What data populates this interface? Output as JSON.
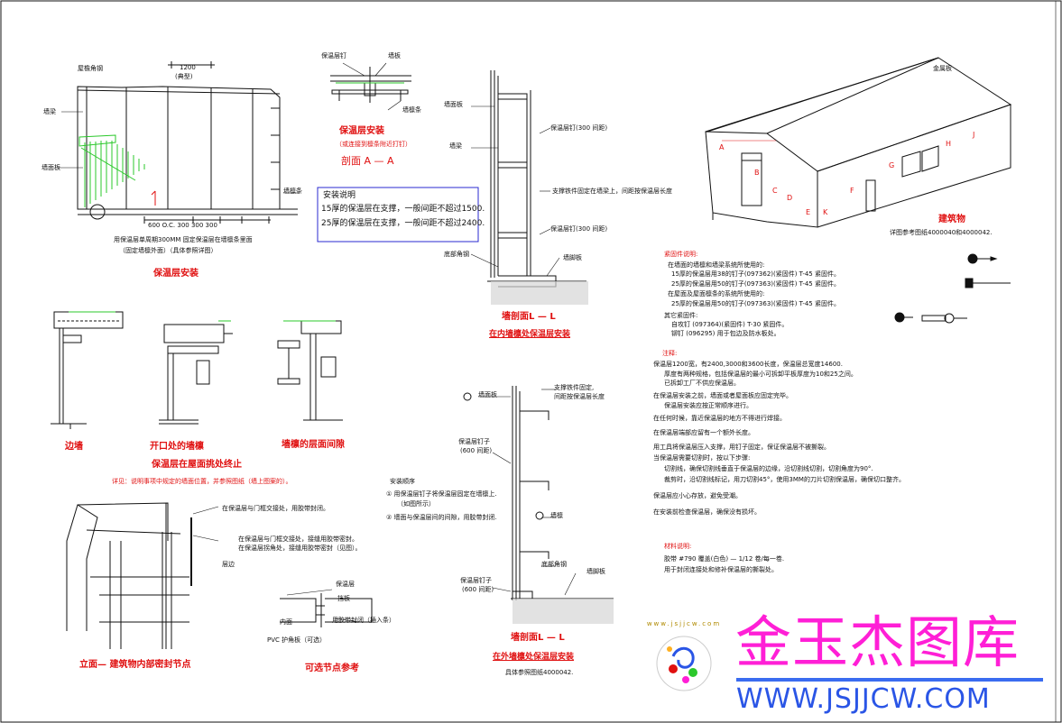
{
  "labels": {
    "dim_1200": "1200",
    "dim_typ": "(典型)",
    "edge_trim": "屋檐角钢",
    "wall_beam": "墙梁",
    "wall_panel": "墙面板",
    "wall_purlin_a": "墙檩条",
    "note_300": "用保温层单周期300MM 固定保温层在墙檩条里面",
    "note_300b": "（固定墙檩外面）（具体参照详图）",
    "dims_bottom": "600  O.C.  300  300  300",
    "title_install": "保温层安装",
    "sec_a_label1": "保温层钉",
    "sec_a_label2": "墙板",
    "sec_a_label3": "墙檩条",
    "sec_a_title": "保温层安装",
    "sec_a_sub": "（或连接到檩条附近打钉）",
    "sec_a_section": "剖面  A — A",
    "note_box_title": "安装说明",
    "note_box_1": "15厚的保温层在支撑，一般间距不超过1500.",
    "note_box_2": "25厚的保温层在支撑，一般间距不超过2400.",
    "interior_1": "墙面板",
    "interior_2": "墙梁",
    "interior_3": "保温层钉(300  间距)",
    "interior_4": "支撑铁件固定在墙梁上，间距按保温层长度",
    "interior_5": "保温层钉(300  间距)",
    "interior_6": "底部角钢",
    "interior_7": "墙脚板",
    "interior_title": "墙剖面L — L",
    "interior_sub": "在内墙檩处保温层安装",
    "building_label_1": "金属板",
    "building_ref": "详图参考图纸4000040和4000042.",
    "building_title": "建筑物",
    "fastener_title": "紧固件说明:",
    "fastener_1": "在墙面的墙檩和墙梁系统所使用的:",
    "fastener_2": "15厚的保温层用38的钉子(097362)(紧固件) T-45 紧固件。",
    "fastener_3": "25厚的保温层用50的钉子(097363)(紧固件) T-45 紧固件。",
    "fastener_4": "在屋面及屋面檩条的系统所使用的:",
    "fastener_5": "25厚的保温层用50的钉子(097363)(紧固件) T-45 紧固件。",
    "fastener_6": "其它紧固件:",
    "fastener_7": "自攻钉 (097364)(紧固件) T-30 紧固件。",
    "fastener_8": "铆钉 (096295) 用于包边及防水板处。",
    "notes_title": "注释:",
    "note_1": "保温层1200宽，有2400,3000和3600长度，保温层总宽度14600.",
    "note_1b": "厚度有两种规格，包括保温层的最小可拆卸平板厚度为10和25之间。",
    "note_1c": "已拆卸工厂不供应保温层。",
    "note_2": "在保温层安装之前，墙面或者屋面板应固定完毕。",
    "note_2b": "保温层安装应按正常顺序进行。",
    "note_3": "在任何时候，靠近保温层的地方不得进行焊接。",
    "note_4": "在保温层端部应留有一个额外长度。",
    "note_5": "用工具将保温层压入支撑，用钉子固定，保证保温层不被撕裂。",
    "note_6": "当保温层需要切割时，按以下步骤:",
    "note_6b": "切割线，确保切割线垂直于保温层的边缘，沿切割线切割，切割角度为90°.",
    "note_6c": "裁剪时，沿切割线标记，用刀切割45°，使用3MM的刀片切割保温层，确保切口整齐。",
    "note_7": "保温层应小心存放，避免受潮。",
    "note_8": "在安装前检查保温层，确保没有损坏。",
    "material_title": "材料说明:",
    "material_1": "胶带 #790 覆盖(白色) — 1/12  卷/每一卷.",
    "material_2": "用于封闭连接处和修补保温层的撕裂处。",
    "detail_1": "边墙",
    "detail_2": "开口处的墙檩",
    "detail_3": "墙檩的层面间隙",
    "detail_title": "保温层在屋面挑处终止",
    "detail_note": "详见：说明事项中规定的墙面位置，并参照图纸（墙上图案的）。",
    "exterior_1": "墙面板",
    "exterior_2": "保温层钉子",
    "exterior_2b": "(600  间距)",
    "exterior_3": "保温层钉子",
    "exterior_3b": "(600  间距)",
    "exterior_4": "底部角钢",
    "exterior_5": "墙脚板",
    "exterior_6": "墙檩",
    "exterior_7": "支撑铁件固定,",
    "exterior_7b": "间距按保温层长度",
    "exterior_title": "墙剖面L — L",
    "exterior_sub": "在外墙檩处保温层安装",
    "exterior_ref": "具体参照图纸4000042.",
    "steps_title": "安装顺序",
    "steps_1": "① 用保温层钉子将保温层固定在墙檩上.",
    "steps_1b": "（如图所示）",
    "steps_2": "② 墙面与保温层间的间隙，用胶带封闭.",
    "seal_1": "在保温层与门框交接处，用胶带封闭。",
    "seal_2": "在保温层与门框交接处，接缝用胶带密封。",
    "seal_3": "在保温层拐角处，接缝用胶带密封（见图）。",
    "seal_4": "层边",
    "seal_title": "立面— 建筑物内部密封节点",
    "vent_1": "保温层",
    "vent_2": "挡板",
    "vent_3": "内面",
    "vent_4": "用胶带封闭（插入条）",
    "vent_5": "PVC 护角板（可选）",
    "vent_title": "可选节点参考",
    "wm_cn": "金玉杰图库",
    "wm_url": "WWW.JSJJCW.COM",
    "wm_ring": "www.jsjjcw.com"
  },
  "colors": {
    "drawing_line": "#111111",
    "annotation": "#e01010",
    "highlight": "#2bc82b",
    "box": "#2a2ad0",
    "watermark_cn": "#ff1fd6",
    "watermark_url": "#2a55e6"
  }
}
